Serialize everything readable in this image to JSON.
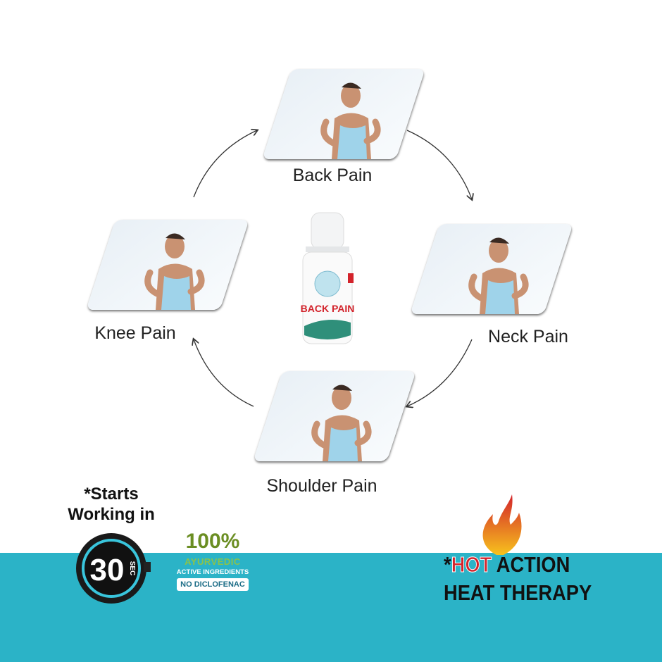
{
  "cycle": {
    "items": [
      {
        "label": "Back Pain"
      },
      {
        "label": "Neck Pain"
      },
      {
        "label": "Shoulder Pain"
      },
      {
        "label": "Knee Pain"
      }
    ]
  },
  "product": {
    "name": "BACK PAIN",
    "type": "roll-on bottle"
  },
  "badges": {
    "starts_line1": "*Starts",
    "starts_line2": "Working in",
    "timer_value": "30",
    "timer_unit": "SEC",
    "ayurvedic_percent": "100%",
    "ayurvedic_label": "AYURVEDIC",
    "ayurvedic_sub": "ACTIVE INGREDIENTS",
    "no_diclofenac": "NO DICLOFENAC",
    "heat_prefix": "*",
    "heat_hot": "HOT",
    "heat_action": " ACTION",
    "heat_line2": "HEAT THERAPY"
  },
  "colors": {
    "band": "#2bb3c7",
    "hot": "#d3232b",
    "top": "#9fd3ea",
    "skin": "#c99272"
  }
}
